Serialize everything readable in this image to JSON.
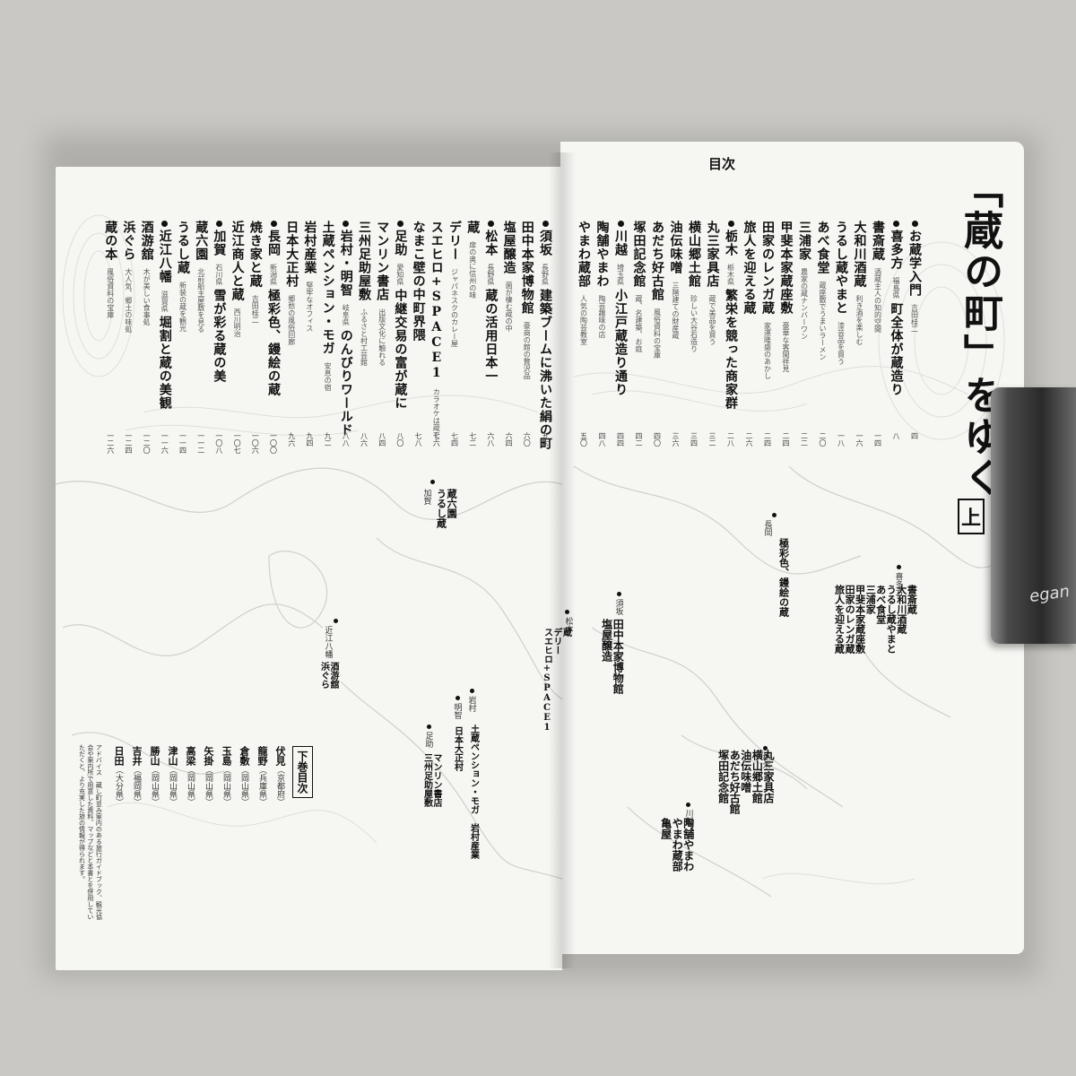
{
  "book": {
    "title": "「蔵の町」をゆく",
    "volume": "上",
    "toc_heading": "目次"
  },
  "right_toc": [
    {
      "title": "お蔵学入門",
      "sub": "",
      "author": "吉田桂二",
      "page": "四",
      "bullet": true
    },
    {
      "title": "喜多方",
      "sub": "福島県",
      "extra": "町全体が蔵造り",
      "page": "八",
      "bullet": true
    },
    {
      "title": "書斎蔵",
      "sub": "酒蔵主人の知的空間",
      "page": "一四"
    },
    {
      "title": "大和川酒蔵",
      "sub": "利き酒を楽しむ",
      "page": "一六"
    },
    {
      "title": "うるし蔵やまと",
      "sub": "漆芸品を買う",
      "page": "一八"
    },
    {
      "title": "あべ食堂",
      "sub": "蔵座敷でうまいラーメン",
      "page": "二〇"
    },
    {
      "title": "三浦家",
      "sub": "農家の蔵ナンバーワン",
      "page": "二二"
    },
    {
      "title": "甲斐本家蔵座敷",
      "sub": "豪華な客間拝見",
      "page": "二四"
    },
    {
      "title": "田家のレンガ蔵",
      "sub": "家運隆盛のあかし",
      "page": "二四"
    },
    {
      "title": "旅人を迎える蔵",
      "sub": "",
      "page": "二六"
    },
    {
      "title": "栃木",
      "sub": "栃木県",
      "extra": "繁栄を競った商家群",
      "page": "二八",
      "bullet": true
    },
    {
      "title": "丸三家具店",
      "sub": "蔵で美品を買う",
      "page": "三二"
    },
    {
      "title": "横山郷土館",
      "sub": "珍しい大谷石造り",
      "page": "三四"
    },
    {
      "title": "油伝味噌",
      "sub": "三階建ての財産蔵",
      "page": "三六"
    },
    {
      "title": "あだち好古館",
      "sub": "風俗資料の宝庫",
      "page": "四〇"
    },
    {
      "title": "塚田記念館",
      "sub": "蔵、名建築、お庭",
      "page": "四二"
    },
    {
      "title": "川越",
      "sub": "埼玉県",
      "extra": "小江戸蔵造り通り",
      "page": "四四",
      "bullet": true
    },
    {
      "title": "陶舗やまわ",
      "sub": "陶芸趣味の店",
      "page": "四八"
    },
    {
      "title": "やまわ蔵部",
      "sub": "人気の陶芸教室",
      "page": "五〇"
    }
  ],
  "left_toc": [
    {
      "title": "須坂",
      "sub": "長野県",
      "extra": "建築ブームに沸いた絹の町",
      "page": "五六",
      "bullet": true
    },
    {
      "title": "田中本家博物館",
      "sub": "豪商の館の贅沢品",
      "page": "六〇"
    },
    {
      "title": "塩屋醸造",
      "sub": "菌が棲む蔵の中",
      "page": "六四"
    },
    {
      "title": "松本",
      "sub": "長野県",
      "extra": "蔵の活用日本一",
      "page": "六八",
      "bullet": true
    },
    {
      "title": "蔵",
      "sub": "扉の奥に信州の味",
      "page": "七二"
    },
    {
      "title": "デリー",
      "sub": "ジャパネスクのカレー屋",
      "page": "七四"
    },
    {
      "title": "スエヒロ+SPACE1",
      "sub": "カラオケは蔵で",
      "page": "七六"
    },
    {
      "title": "なまこ壁の中町界隈",
      "sub": "",
      "page": "七八"
    },
    {
      "title": "足助",
      "sub": "愛知県",
      "extra": "中継交易の富が蔵に",
      "page": "八〇",
      "bullet": true
    },
    {
      "title": "マンリン書店",
      "sub": "出版文化に触れる",
      "page": "八四"
    },
    {
      "title": "三州足助屋敷",
      "sub": "ふるさと村工芸館",
      "page": "八六"
    },
    {
      "title": "岩村・明智",
      "sub": "岐阜県",
      "extra": "のんびりワールド",
      "page": "八八",
      "bullet": true
    },
    {
      "title": "土蔵ペンション・モガ",
      "sub": "安息の宿",
      "page": "九二"
    },
    {
      "title": "岩村産業",
      "sub": "堅牢なオフィス",
      "page": "九四"
    },
    {
      "title": "日本大正村",
      "sub": "郷愁の風俗回廊",
      "page": "九六"
    },
    {
      "title": "長岡",
      "sub": "新潟県",
      "extra": "極彩色、鏝絵の蔵",
      "page": "一〇〇",
      "bullet": true
    },
    {
      "title": "焼き家と蔵",
      "sub": "吉田桂二",
      "page": "一〇六"
    },
    {
      "title": "近江商人と蔵",
      "sub": "西川明治",
      "page": "一〇七"
    },
    {
      "title": "加賀",
      "sub": "石川県",
      "extra": "雪が彩る蔵の美",
      "page": "一〇八",
      "bullet": true
    },
    {
      "title": "蔵六園",
      "sub": "北前船主屋敷を見る",
      "page": "一一二"
    },
    {
      "title": "うるし蔵",
      "sub": "新装の蔵を観光",
      "page": "一一四"
    },
    {
      "title": "近江八幡",
      "sub": "滋賀県",
      "extra": "堀割と蔵の美観",
      "page": "一一六",
      "bullet": true
    },
    {
      "title": "酒游舘",
      "sub": "木が美しい食事処",
      "page": "一二〇"
    },
    {
      "title": "浜ぐら",
      "sub": "大人気、郷土の味処",
      "page": "一二四"
    },
    {
      "title": "蔵の本",
      "sub": "風俗資料の宝庫",
      "page": "一二六"
    }
  ],
  "second_volume": {
    "heading": "下巻目次",
    "items": [
      {
        "name": "伏見",
        "pref": "（京都府）"
      },
      {
        "name": "龍野",
        "pref": "（兵庫県）"
      },
      {
        "name": "倉敷",
        "pref": "（岡山県）"
      },
      {
        "name": "玉島",
        "pref": "（岡山県）"
      },
      {
        "name": "矢掛",
        "pref": "（岡山県）"
      },
      {
        "name": "高梁",
        "pref": "（岡山県）"
      },
      {
        "name": "津山",
        "pref": "（岡山県）"
      },
      {
        "name": "勝山",
        "pref": "（岡山県）"
      },
      {
        "name": "吉井",
        "pref": "（福岡県）"
      },
      {
        "name": "日田",
        "pref": "（大分県）"
      }
    ]
  },
  "advice_note": "アドバイス　蔵し町並み案内のある旅行ガイドブック、観光協会や案内所で用意した資料、マップなどと本書とを併用していただくと、より充実した旅の情報が得られます。",
  "map_labels": [
    {
      "place": "加賀",
      "spots": "蔵六園\nうるし蔵"
    },
    {
      "place": "長岡",
      "spots": "極彩色、鏝絵の蔵"
    },
    {
      "place": "喜多方",
      "spots": "書斎蔵\n大和川酒蔵\nうるし蔵やまと\nあべ食堂\n三浦家\n甲斐本家蔵座敷\n田家のレンガ蔵\n旅人を迎える蔵"
    },
    {
      "place": "須坂",
      "spots": "田中本家博物館\n塩屋醸造"
    },
    {
      "place": "松本",
      "spots": "蔵\nデリー\nスエヒロ+SPACE1"
    },
    {
      "place": "近江八幡",
      "spots": "酒游舘\n浜ぐら"
    },
    {
      "place": "岩村",
      "spots": "土蔵ペンション・モガ　岩村産業"
    },
    {
      "place": "明智",
      "spots": "日本大正村"
    },
    {
      "place": "足助",
      "spots": "マンリン書店\n三州足助屋敷"
    },
    {
      "place": "栃木",
      "spots": "丸三家具店\n横山郷土館\n油伝味噌\nあだち好古館\n塚田記念館"
    },
    {
      "place": "川越",
      "spots": "陶舗やまわ\nやまわ蔵部\n亀屋"
    }
  ],
  "clip_text": "egan"
}
